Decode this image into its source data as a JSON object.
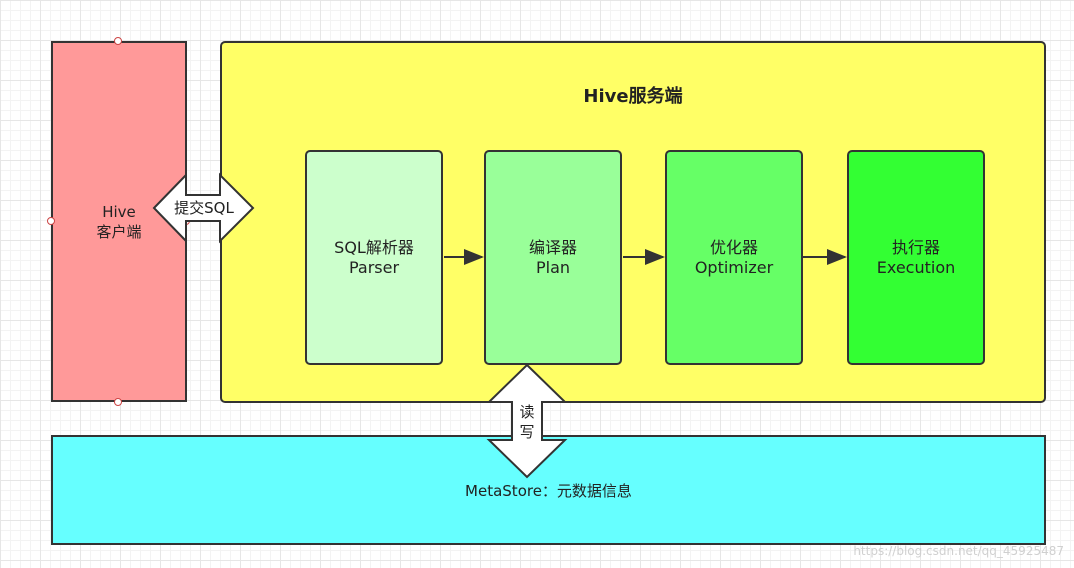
{
  "client": {
    "line1": "Hive",
    "line2": "客户端"
  },
  "server": {
    "title": "Hive服务端"
  },
  "submit_arrow": {
    "label": "提交SQL"
  },
  "stages": [
    {
      "name": "SQL解析器",
      "sub": "Parser"
    },
    {
      "name": "编译器",
      "sub": "Plan"
    },
    {
      "name": "优化器",
      "sub": "Optimizer"
    },
    {
      "name": "执行器",
      "sub": "Execution"
    }
  ],
  "rw_arrow": {
    "line1": "读",
    "line2": "写"
  },
  "metastore": {
    "label": "MetaStore：元数据信息"
  },
  "watermark": "https://blog.csdn.net/qq_45925487",
  "colors": {
    "client": "#ff9999",
    "server": "#ffff66",
    "metastore": "#66ffff",
    "parser": "#ccffcc",
    "plan": "#99ff99",
    "optimizer": "#66ff66",
    "execution": "#33ff33"
  }
}
